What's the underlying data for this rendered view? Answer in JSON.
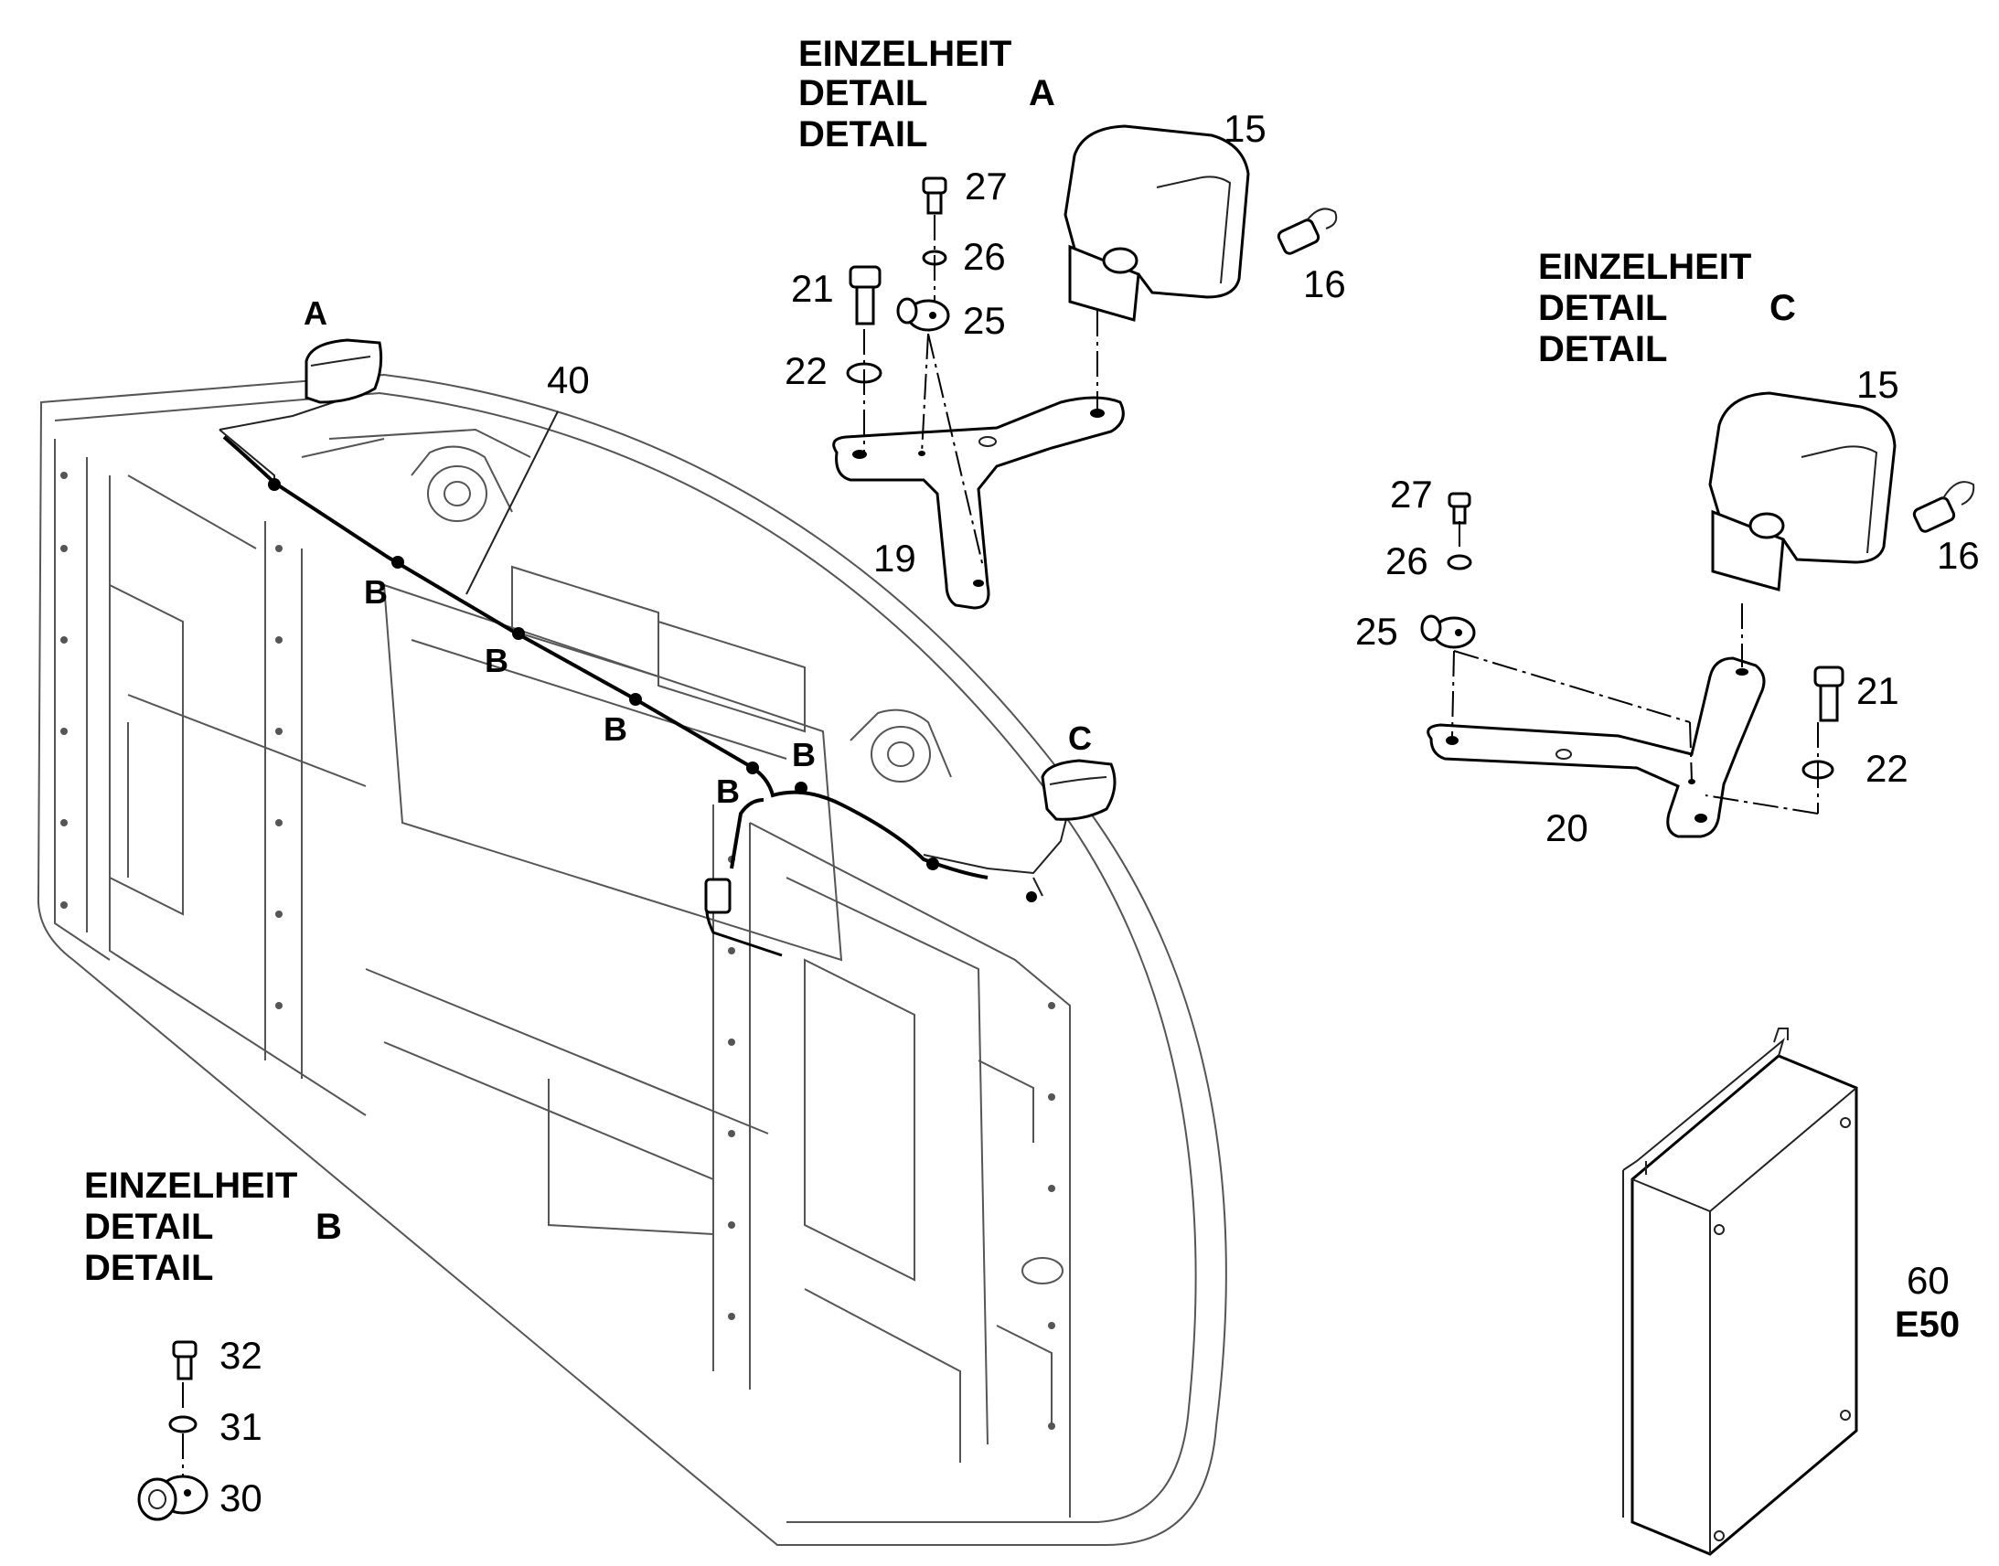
{
  "detail_a": {
    "header": [
      "EINZELHEIT",
      "DETAIL",
      "DETAIL"
    ],
    "letter": "A",
    "callouts": {
      "p15": "15",
      "p16": "16",
      "p27": "27",
      "p26": "26",
      "p21": "21",
      "p25": "25",
      "p22": "22",
      "p19": "19"
    }
  },
  "detail_c": {
    "header": [
      "EINZELHEIT",
      "DETAIL",
      "DETAIL"
    ],
    "letter": "C",
    "callouts": {
      "p15": "15",
      "p16": "16",
      "p27": "27",
      "p26": "26",
      "p25": "25",
      "p21": "21",
      "p22": "22",
      "p20": "20"
    }
  },
  "detail_b": {
    "header": [
      "EINZELHEIT",
      "DETAIL",
      "DETAIL"
    ],
    "letter": "B",
    "callouts": {
      "p32": "32",
      "p31": "31",
      "p30": "30"
    }
  },
  "main": {
    "letter_a": "A",
    "letter_c": "C",
    "letter_b": "B",
    "cable_callout": "40"
  },
  "box": {
    "part_no": "60",
    "code": "E50"
  }
}
